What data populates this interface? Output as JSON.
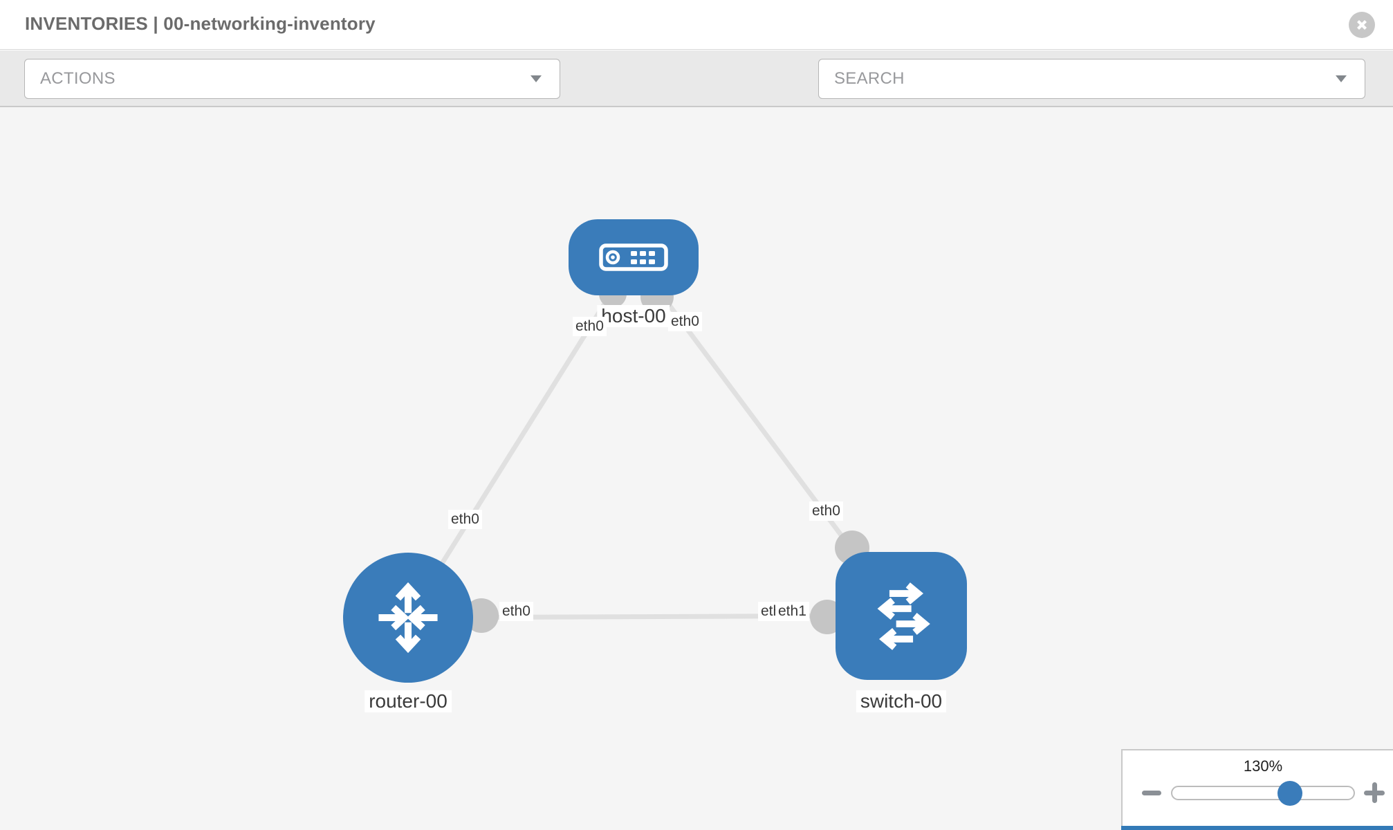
{
  "header": {
    "title": "INVENTORIES | 00-networking-inventory"
  },
  "toolbar": {
    "actions_label": "ACTIONS",
    "search_label": "SEARCH",
    "icons": [
      "wrench-icon",
      "key-icon",
      "chevron-down-icon",
      "close-icon"
    ]
  },
  "topology": {
    "nodes": [
      {
        "name": "host-00",
        "type": "host"
      },
      {
        "name": "router-00",
        "type": "router"
      },
      {
        "name": "switch-00",
        "type": "switch"
      }
    ],
    "links": [
      {
        "source": "host-00",
        "source_interface": "eth0",
        "target": "router-00",
        "target_interface": "eth0"
      },
      {
        "source": "host-00",
        "source_interface": "eth0",
        "target": "switch-00",
        "target_interface": "eth0"
      },
      {
        "source": "router-00",
        "source_interface": "eth0",
        "target": "switch-00",
        "target_interface": "eth1"
      }
    ]
  },
  "zoom_control": {
    "level": "130%",
    "minus_icon": "minus-icon",
    "plus_icon": "plus-icon"
  },
  "colors": {
    "node_fill": "#3a7cba",
    "link_line": "#e0e0e0",
    "connector": "#c5c5c5",
    "canvas_bg": "#f5f5f5",
    "toolbar_bg": "#e9e9e9",
    "accent_bar": "#337ab7"
  }
}
